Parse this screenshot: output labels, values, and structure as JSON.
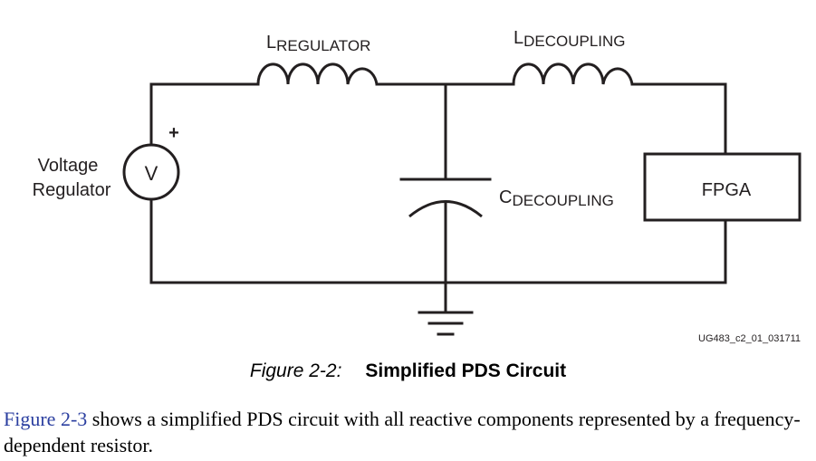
{
  "diagram": {
    "labels": {
      "l_regulator": {
        "main": "L",
        "sub": "REGULATOR"
      },
      "l_decoupling": {
        "main": "L",
        "sub": "DECOUPLING"
      },
      "c_decoupling": {
        "main": "C",
        "sub": "DECOUPLING"
      },
      "source_symbol": "V",
      "source_polarity": "+",
      "source_label_line1": "Voltage",
      "source_label_line2": "Regulator",
      "fpga": "FPGA"
    },
    "figure_code": "UG483_c2_01_031711"
  },
  "caption": {
    "number": "Figure 2-2:",
    "title": "Simplified PDS Circuit"
  },
  "paragraph": {
    "link_text": "Figure 2-3",
    "text": " shows a simplified PDS circuit with all reactive components represented by a frequency-dependent resistor."
  }
}
